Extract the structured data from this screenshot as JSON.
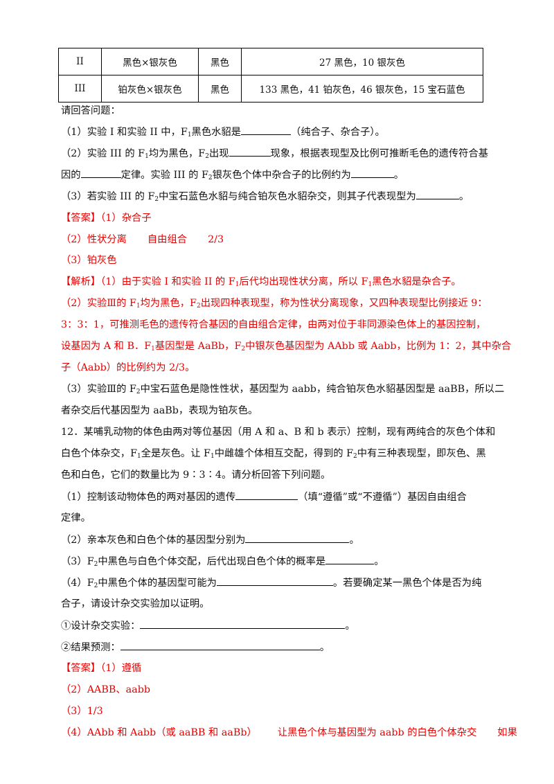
{
  "table": {
    "rows": [
      {
        "exp": "II",
        "cross": "黑色×银灰色",
        "f1": "黑色",
        "f2": "27 黑色，10 银灰色"
      },
      {
        "exp": "III",
        "cross": "铂灰色×银灰色",
        "f1": "黑色",
        "f2": "133 黑色，41 铂灰色，46 银灰色，15 宝石蓝色"
      }
    ]
  },
  "text": {
    "intro": "请回答问题：",
    "q1_a": "（1）实验 I 和实验 II 中，F",
    "q1_b": "黑色水貂是",
    "q1_c": "（纯合子、杂合子）。",
    "q2_a": "（2）实验 III 的 F",
    "q2_b": "均为黑色，F",
    "q2_c": "出现",
    "q2_d": "现象，根据表现型及比例可推断毛色的遗传符合基",
    "q2_e": "因的",
    "q2_f": "定律。实验 III 的 F",
    "q2_g": "银灰色个体中杂合子的比例约为",
    "q2_h": "。",
    "q3_a": "（3）若实验 III 的 F",
    "q3_b": "中宝石蓝色水貂与纯合铂灰色水貂杂交，则其子代表现型为",
    "q3_c": "。",
    "ans1": "【答案】（1）杂合子",
    "ans2_a": "（2）性状分离",
    "ans2_b": "自由组合",
    "ans2_c": "2/3",
    "ans3": "（3）铂灰色",
    "exp1_a": "【解析】（1）由于实验 I 和实验 II 的 F",
    "exp1_b": "后代均出现性状分离，所以 F",
    "exp1_c": "黑色水貂是杂合子。",
    "exp2_a": "（2）实验Ⅲ的 F",
    "exp2_b": "均为黑色，F",
    "exp2_c": "出现四种表现型，称为性状分离现象，又四种表现型比例接近 9：",
    "exp2_d": "3：3：1，可推测毛色的遗传符合基因的自由组合定律，由两对位于非同源染色体上的基因控制，",
    "exp2_e": "设基因为 A 和 B．F",
    "exp2_f": "基因型是 AaBb，F",
    "exp2_g": "中银灰色基因型为 AAbb 或 Aabb，比例为 1：2，其中杂合",
    "exp2_h": "子（Aabb）的比例约为 2/3。",
    "exp3_a": "（3）实验Ⅲ的 F",
    "exp3_b": "中宝石蓝色是隐性性状，基因型为 aabb，纯合铂灰色水貂基因型是 aaBB，所以二",
    "exp3_c": "者杂交后代基因型为 aaBb，表现为铂灰色。",
    "p12_a": "12．某哺乳动物的体色由两对等位基因（用 A 和 a、B 和 b 表示）控制，现有两纯合的灰色个体和",
    "p12_b": "白色个体杂交，F",
    "p12_c": "全是灰色。让 F",
    "p12_d": "中雌雄个体相互交配，得到的 F",
    "p12_e": "中有三种表现型，即灰色、黑",
    "p12_f": "色和白色，它们的数量比为 9∶3∶4。请分析回答下列问题。",
    "s1_a": "（1）控制该动物体色的两对基因的遗传",
    "s1_b": "（填“遵循”或“不遵循”）基因自由组合",
    "s1_c": "定律。",
    "s2_a": "（2）亲本灰色和白色个体的基因型分别为",
    "s2_b": "。",
    "s3_a": "（3）F",
    "s3_b": "中黑色与白色个体交配，后代出现白色个体的概率是",
    "s3_c": "。",
    "s4_a": "（4）F",
    "s4_b": "中黑色个体的基因型可能为",
    "s4_c": "。若要确定某一黑色个体是否为纯",
    "s4_d": "合子，请设计杂交实验加以证明。",
    "d1_a": "①设计杂交实验：",
    "d1_b": "。",
    "d2_a": "②结果预测：",
    "d2_b": "。",
    "a12_1": "【答案】（1）遵循",
    "a12_2": "（2）AABB、aabb",
    "a12_3": "（3）1/3",
    "a12_4a": "（4）AAbb 和 Aabb（或 aaBB 和 aaBb）",
    "a12_4b": "让黑色个体与基因型为 aabb 的白色个体杂交",
    "a12_4c": "如果",
    "sub1": "1",
    "sub2": "2"
  }
}
